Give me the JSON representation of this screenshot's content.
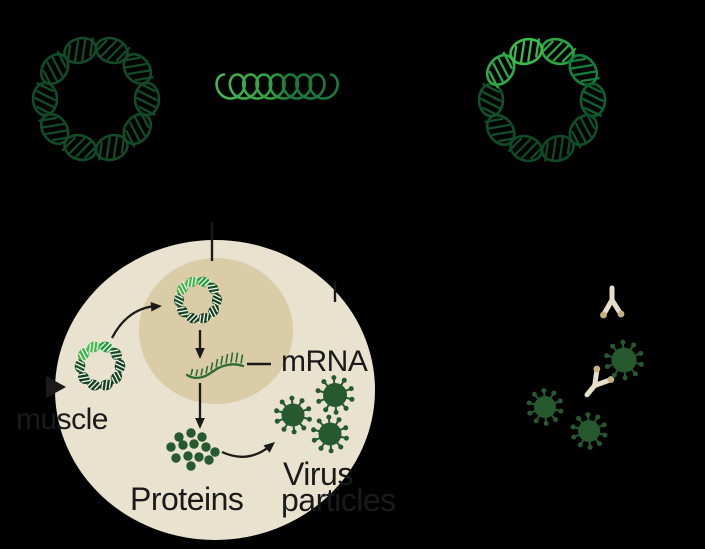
{
  "diagram": {
    "subject": "dna-vaccine-mechanism",
    "labels": {
      "mrna": "mRNA",
      "proteins": "Proteins",
      "virus_line1": "Virus",
      "virus_line2": "particles",
      "muscle": "muscle"
    },
    "colors": {
      "background": "#000000",
      "cell": "#e9e2cf",
      "nucleus": "#d9cca6",
      "ink": "#1a1a1a",
      "plasmid_dark": "#134a27",
      "gene_insert_light": "#46b44f",
      "gene_insert_mid": "#2fa245",
      "gene_insert_dark": "#1b7a39",
      "mrna_strand": "#2e6b36",
      "protein": "#26592d",
      "virus": "#26592d",
      "antibody": "#e6dfca",
      "antibody_tip": "#c4b27f",
      "stripe_on_filled": "#f2efe2",
      "recombinant_segment_colors": [
        "#2aa645",
        "#12813b",
        "#0c6030",
        "#0d4f28",
        "#0e4a26",
        "#0e4a26",
        "#104d28",
        "#115029",
        "#2fa946",
        "#3eba4d"
      ],
      "small_plasmid_segment_colors": [
        "#1d9841",
        "#134c28",
        "#113f23",
        "#113f23",
        "#113f23",
        "#113f23",
        "#114124",
        "#15522b",
        "#3cb24b",
        "#40ba4e"
      ]
    },
    "counts": {
      "plasmid_dna_segments": 10,
      "gene_insert_loops": 8,
      "recombinant_plasmid_segments": 10,
      "protein_dots": 13,
      "virus_particles_in_cell": 3,
      "virus_particles_free": 3,
      "antibodies": 2
    }
  }
}
